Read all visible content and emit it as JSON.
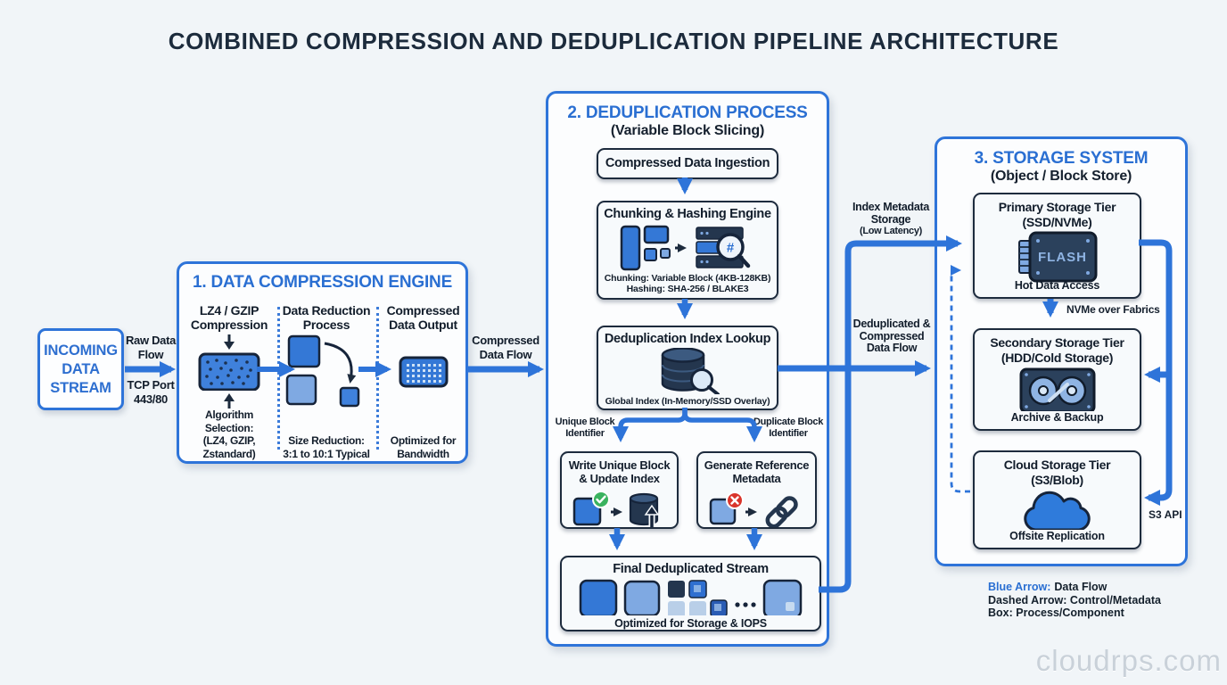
{
  "title": "COMBINED COMPRESSION AND DEDUPLICATION PIPELINE ARCHITECTURE",
  "incoming": {
    "line1": "INCOMING",
    "line2": "DATA",
    "line3": "STREAM"
  },
  "arrow_labels": {
    "raw_data": [
      "Raw Data",
      "Flow"
    ],
    "tcp_port": [
      "TCP Port",
      "443/80"
    ],
    "compressed_flow": [
      "Compressed",
      "Data Flow"
    ],
    "index_metadata": [
      "Index Metadata",
      "Storage",
      "(Low Latency)"
    ],
    "dedup_flow": [
      "Deduplicated &",
      "Compressed",
      "Data Flow"
    ],
    "unique_id": [
      "Unique Block",
      "Identifier"
    ],
    "duplicate_id": [
      "Duplicate Block",
      "Identifier"
    ],
    "nvme": "NVMe over Fabrics",
    "s3": "S3 API"
  },
  "compression": {
    "header": "1. DATA COMPRESSION ENGINE",
    "columns": [
      {
        "title": [
          "LZ4 / GZIP",
          "Compression"
        ],
        "caption": [
          "Algorithm Selection:",
          "(LZ4, GZIP, Zstandard)"
        ]
      },
      {
        "title": [
          "Data Reduction",
          "Process"
        ],
        "caption": [
          "Size Reduction:",
          "3:1 to 10:1 Typical"
        ]
      },
      {
        "title": [
          "Compressed",
          "Data Output"
        ],
        "caption": [
          "Optimized for",
          "Bandwidth"
        ]
      }
    ]
  },
  "dedup": {
    "header": "2. DEDUPLICATION PROCESS",
    "subheader": "(Variable Block Slicing)",
    "ingestion": {
      "title": "Compressed Data Ingestion"
    },
    "chunking": {
      "title": "Chunking & Hashing Engine",
      "caption": [
        "Chunking: Variable Block (4KB-128KB)",
        "Hashing: SHA-256 / BLAKE3"
      ]
    },
    "lookup": {
      "title": "Deduplication Index Lookup",
      "caption": "Global Index (In-Memory/SSD Overlay)"
    },
    "write_unique": {
      "title": [
        "Write Unique Block",
        "& Update Index"
      ]
    },
    "gen_ref": {
      "title": [
        "Generate Reference",
        "Metadata"
      ]
    },
    "final": {
      "title": "Final Deduplicated Stream",
      "caption": "Optimized for Storage & IOPS"
    }
  },
  "storage": {
    "header": "3. STORAGE SYSTEM",
    "subheader": "(Object / Block Store)",
    "primary": {
      "title": [
        "Primary Storage Tier",
        "(SSD/NVMe)"
      ],
      "chip": "FLASH",
      "caption": "Hot Data Access"
    },
    "secondary": {
      "title": [
        "Secondary Storage Tier",
        "(HDD/Cold Storage)"
      ],
      "caption": "Archive & Backup"
    },
    "cloud": {
      "title": [
        "Cloud Storage Tier",
        "(S3/Blob)"
      ],
      "caption": "Offsite Replication"
    }
  },
  "legend": {
    "blue_label": "Blue Arrow:",
    "blue_value": "Data Flow",
    "line2": "Dashed Arrow: Control/Metadata",
    "line3": "Box: Process/Component"
  },
  "watermark": "cloudrps.com",
  "colors": {
    "accent_blue": "#2e74d9",
    "header_blue": "#2a6fd2",
    "dark_navy": "#1d2b3d",
    "icon_blue": "#3478d6",
    "icon_light_blue": "#7fa9e2",
    "icon_pale_blue": "#b9cfe8",
    "success_green": "#3bb35f",
    "error_red": "#d9342b"
  }
}
